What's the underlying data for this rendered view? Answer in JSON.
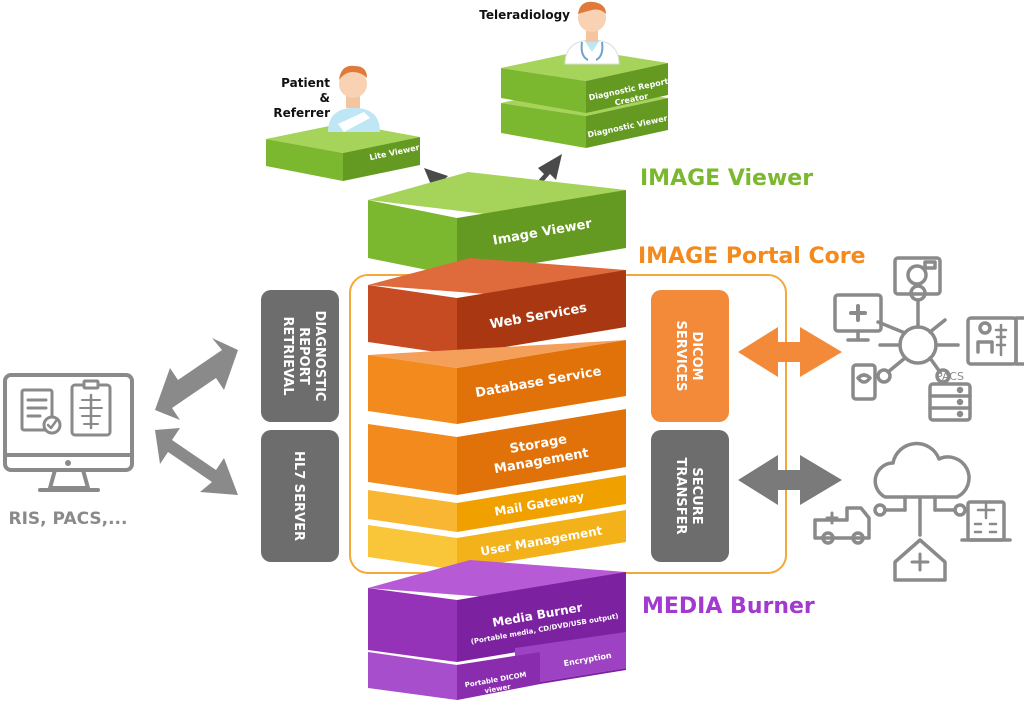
{
  "colors": {
    "viewer_green": "#7cb82f",
    "core_orange": "#f28a1e",
    "web_services_red": "#c64a22",
    "mail_yellow": "#f6b41a",
    "burner_purple": "#9432b8",
    "gray_box": "#6d6d6d",
    "icon_gray": "#8a8a8a"
  },
  "headings": {
    "image_viewer": "IMAGE Viewer",
    "portal_core": "IMAGE Portal Core",
    "media_burner": "MEDIA Burner"
  },
  "users": {
    "patient_line1": "Patient",
    "patient_line2": "& Referrer",
    "teleradiology": "Teleradiology"
  },
  "viewer_layers": {
    "lite_viewer": "Lite Viewer",
    "diagnostic_report_creator_line1": "Diagnostic Report",
    "diagnostic_report_creator_line2": "Creator",
    "diagnostic_viewer": "Diagnostic Viewer",
    "image_viewer": "Image Viewer"
  },
  "core_layers": {
    "web_services": "Web Services",
    "database_service": "Database Service",
    "storage_line1": "Storage",
    "storage_line2": "Management",
    "mail_gateway": "Mail Gateway",
    "user_management": "User Management"
  },
  "burner_layers": {
    "media_burner": "Media Burner",
    "media_burner_sub": "(Portable media, CD/DVD/USB output)",
    "encryption": "Encryption",
    "portable_line1": "Portable DICOM",
    "portable_line2": "viewer"
  },
  "side_boxes": {
    "diagnostic_line1": "DIAGNOSTIC",
    "diagnostic_line2": "REPORT",
    "diagnostic_line3": "RETRIEVAL",
    "hl7_server": "HL7 SERVER",
    "dicom_line1": "DICOM",
    "dicom_line2": "SERVICES",
    "secure_line1": "SECURE",
    "secure_line2": "TRANSFER"
  },
  "external": {
    "ris_pacs": "RIS, PACS,...",
    "pacs": "PACS"
  }
}
